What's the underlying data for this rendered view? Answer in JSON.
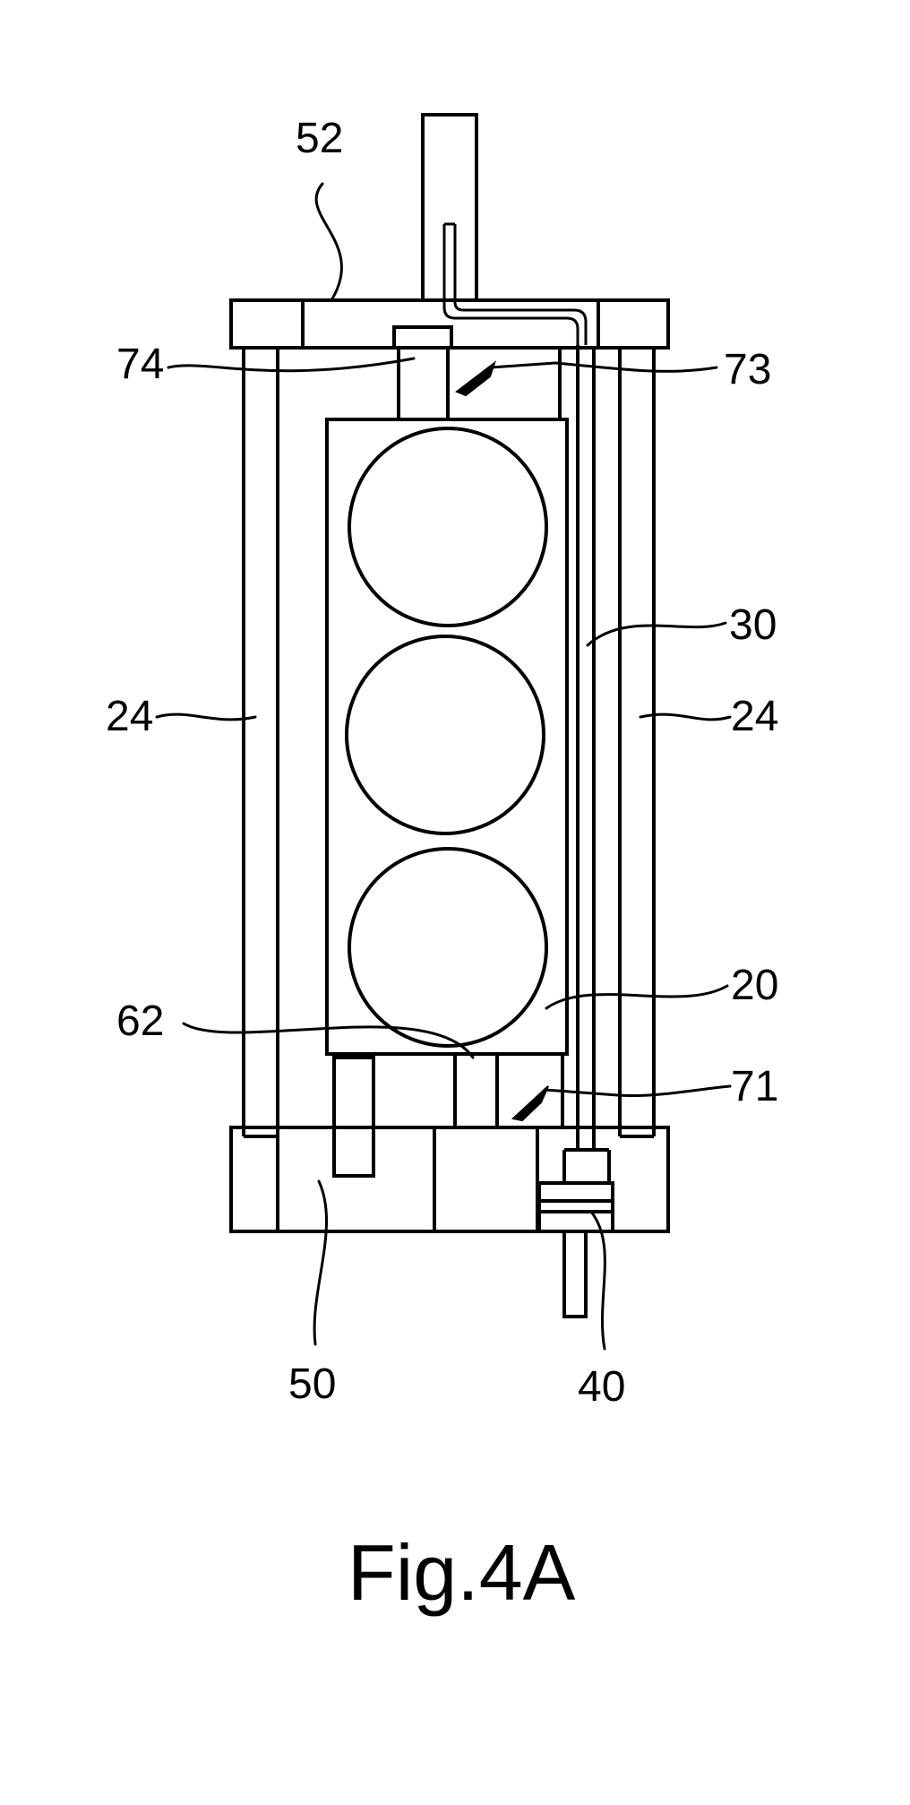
{
  "figure": {
    "caption": "Fig.4A",
    "labels": {
      "l52": "52",
      "l74": "74",
      "l73": "73",
      "l30": "30",
      "l24_left": "24",
      "l24_right": "24",
      "l20": "20",
      "l62": "62",
      "l71": "71",
      "l50": "50",
      "l40": "40"
    }
  }
}
